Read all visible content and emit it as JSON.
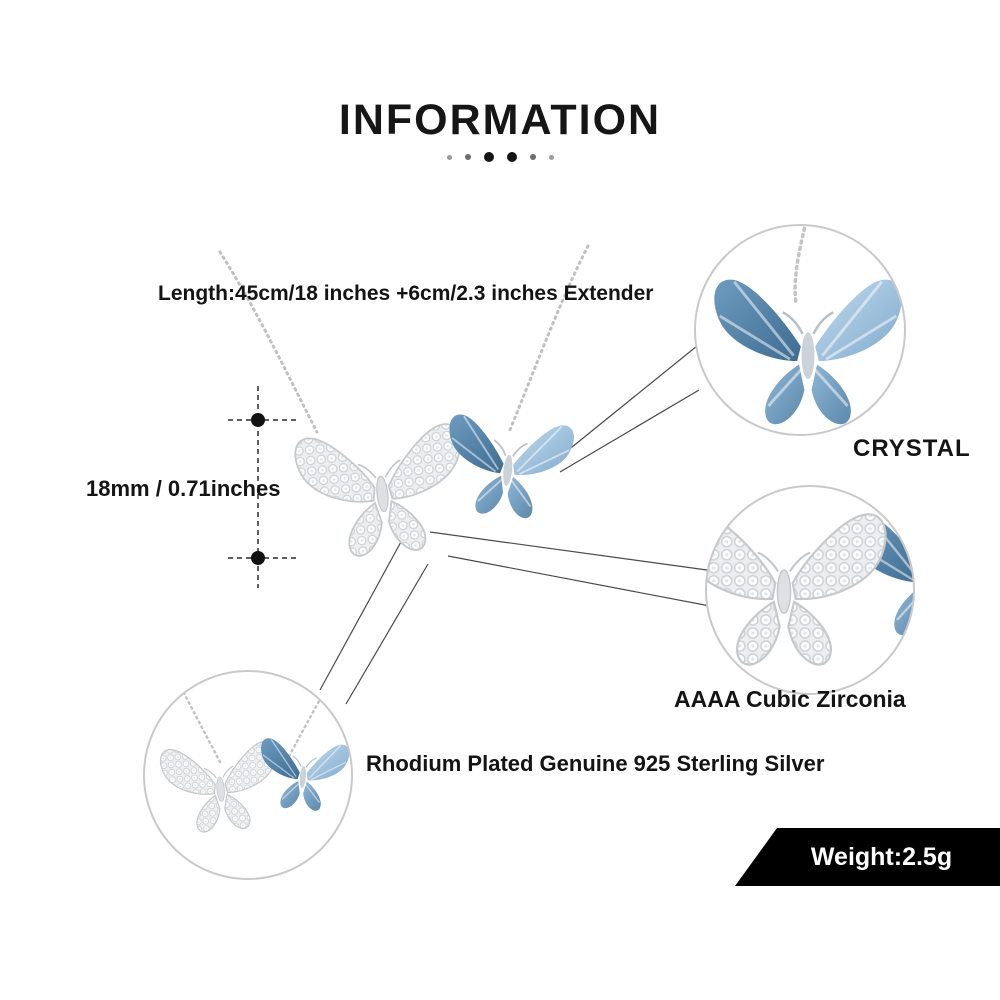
{
  "header": {
    "title": "INFORMATION"
  },
  "product": {
    "length_label": "Length:45cm/18 inches +6cm/2.3 inches Extender",
    "size_label": "18mm / 0.71inches"
  },
  "features": {
    "crystal": "CRYSTAL",
    "zirconia": "AAAA Cubic Zirconia",
    "silver": "Rhodium Plated Genuine 925 Sterling Silver"
  },
  "banner": {
    "weight": "Weight:2.5g"
  },
  "colors": {
    "crystal_blue": "#7fa9cd",
    "pave_silver": "#eceef0",
    "banner_bg": "#000000",
    "text": "#121212"
  }
}
